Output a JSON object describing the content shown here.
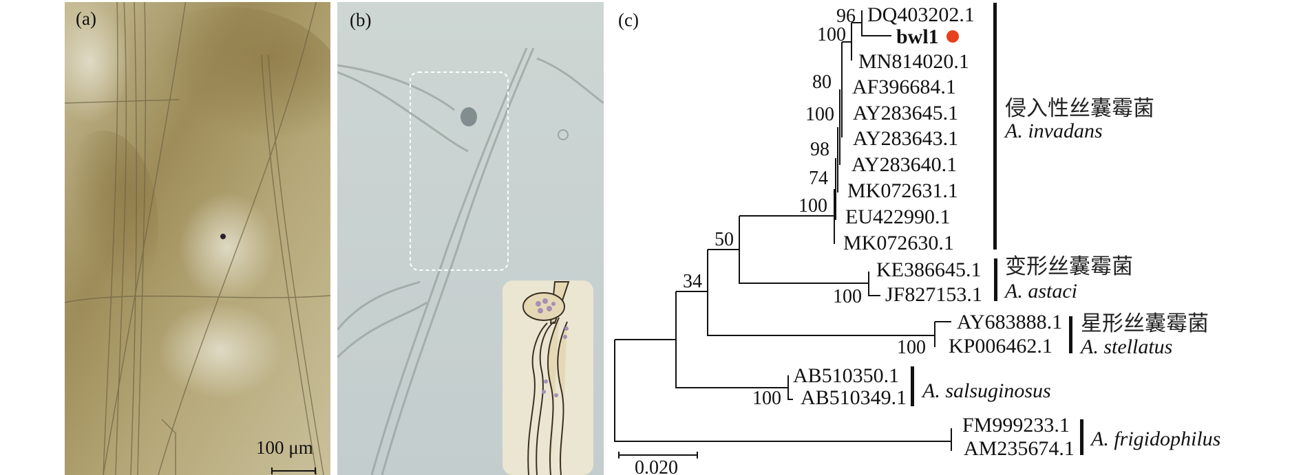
{
  "panels": {
    "a": {
      "label": "(a)",
      "scale_bar": "100 μm"
    },
    "b": {
      "label": "(b)"
    },
    "c": {
      "label": "(c)"
    }
  },
  "tree": {
    "highlight_color": "#e8401c",
    "leaves": {
      "dq403202": "DQ403202.1",
      "bwl1": "bwl1",
      "mn814020": "MN814020.1",
      "af396684": "AF396684.1",
      "ay283645": "AY283645.1",
      "ay283643": "AY283643.1",
      "ay283640": "AY283640.1",
      "mk072631": "MK072631.1",
      "eu422990": "EU422990.1",
      "mk072630": "MK072630.1",
      "ke386645": "KE386645.1",
      "jf827153": "JF827153.1",
      "ay683888": "AY683888.1",
      "kp006462": "KP006462.1",
      "ab510350": "AB510350.1",
      "ab510349": "AB510349.1",
      "fm999233": "FM999233.1",
      "am235674": "AM235674.1"
    },
    "bootstrap": {
      "n96": "96",
      "n100a": "100",
      "n80": "80",
      "n100b": "100",
      "n98": "98",
      "n74": "74",
      "n100c": "100",
      "n50": "50",
      "n34": "34",
      "n100_astaci": "100",
      "n100_stellatus": "100",
      "n100_sals": "100"
    },
    "clades": {
      "invadans_cn": "侵入性丝囊霉菌",
      "invadans": "A. invadans",
      "astaci_cn": "变形丝囊霉菌",
      "astaci": "A. astaci",
      "stellatus_cn": "星形丝囊霉菌",
      "stellatus": "A. stellatus",
      "salsuginosus": "A. salsuginosus",
      "frigidophilus": "A. frigidophilus"
    },
    "scale": "0.020"
  }
}
